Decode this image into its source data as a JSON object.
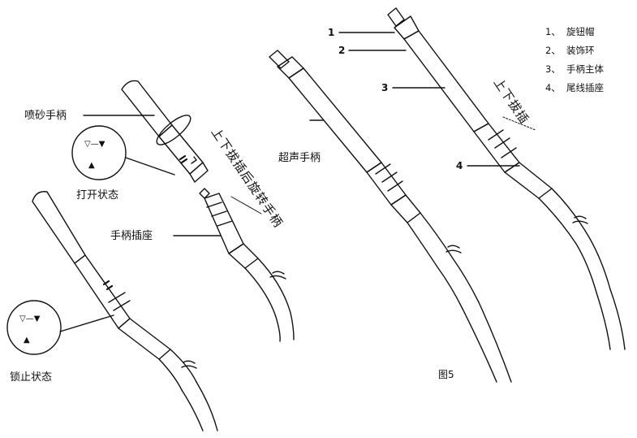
{
  "legend": [
    {
      "num": "1、",
      "text": "旋钮帽"
    },
    {
      "num": "2、",
      "text": "装饰环"
    },
    {
      "num": "3、",
      "text": "手柄主体"
    },
    {
      "num": "4、",
      "text": "尾线插座"
    }
  ],
  "callouts": {
    "n1": "1",
    "n2": "2",
    "n3": "3",
    "n4": "4"
  },
  "labels": {
    "sandblast_handle": "喷砂手柄",
    "open_state": "打开状态",
    "handle_socket": "手柄插座",
    "lock_state": "锁止状态",
    "ultrasonic_handle": "超声手柄",
    "figure_caption": "图5"
  },
  "rotated_text": {
    "plug_then_rotate": "上下拔插后旋转手柄",
    "plug_up_down": "上下拔插"
  },
  "state_symbols": {
    "top_arrow": "▽—▼",
    "bottom_triangle": "▲"
  }
}
